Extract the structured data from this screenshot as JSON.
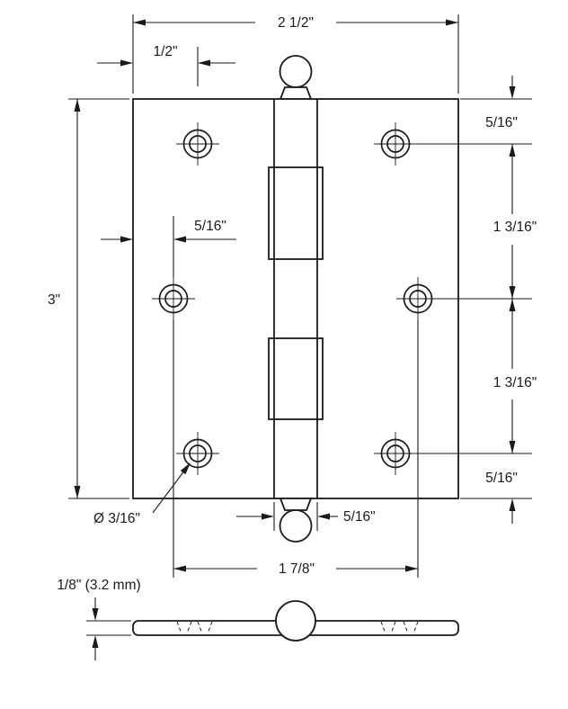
{
  "drawing": {
    "title": "butt-hinge-dimension-drawing",
    "colors": {
      "line": "#1a1a1a",
      "background": "#ffffff"
    },
    "labels": {
      "overall_width": "2 1/2\"",
      "corner_hole_offset": "1/2\"",
      "top_margin": "5/16\"",
      "upper_hole_spacing": "1 3/16\"",
      "lower_hole_spacing": "1 3/16\"",
      "bottom_margin": "5/16\"",
      "overall_height": "3\"",
      "middle_hole_offset": "5/16\"",
      "hole_diameter": "Ø 3/16\"",
      "knuckle_width": "5/16\"",
      "middle_hole_span": "1 7/8\"",
      "leaf_thickness": "1/8\" (3.2 mm)"
    }
  }
}
